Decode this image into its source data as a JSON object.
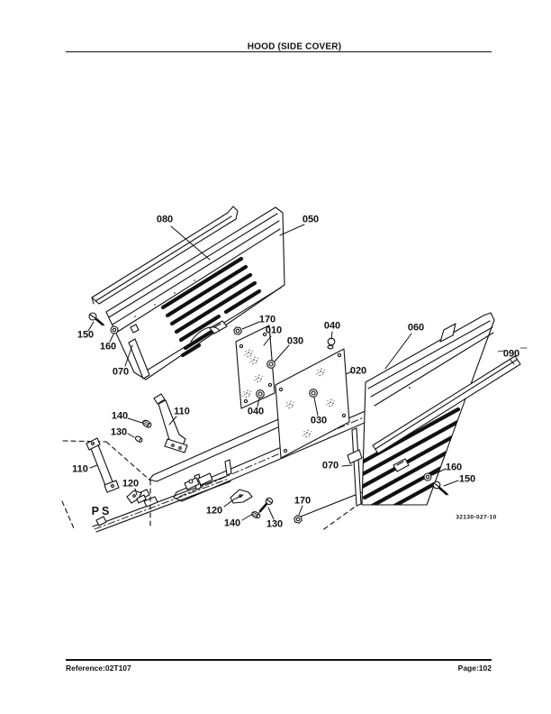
{
  "header": {
    "title": "HOOD (SIDE COVER)"
  },
  "footer": {
    "reference": "Reference:02T107",
    "page": "Page:102"
  },
  "diagram": {
    "figure_code": "32130-027-10",
    "region_label": "PS",
    "callouts": [
      {
        "id": "080",
        "label": "080"
      },
      {
        "id": "050",
        "label": "050"
      },
      {
        "id": "150-left",
        "label": "150"
      },
      {
        "id": "160-left",
        "label": "160"
      },
      {
        "id": "070-left",
        "label": "070"
      },
      {
        "id": "170-upper",
        "label": "170"
      },
      {
        "id": "010",
        "label": "010"
      },
      {
        "id": "030-upper",
        "label": "030"
      },
      {
        "id": "040-upper",
        "label": "040"
      },
      {
        "id": "020",
        "label": "020"
      },
      {
        "id": "040-lower",
        "label": "040"
      },
      {
        "id": "030-lower",
        "label": "030"
      },
      {
        "id": "060",
        "label": "060"
      },
      {
        "id": "090",
        "label": "090"
      },
      {
        "id": "140-left",
        "label": "140"
      },
      {
        "id": "130-left",
        "label": "130"
      },
      {
        "id": "110-upper",
        "label": "110"
      },
      {
        "id": "110-ps",
        "label": "110"
      },
      {
        "id": "120-ps",
        "label": "120"
      },
      {
        "id": "070-right",
        "label": "070"
      },
      {
        "id": "160-right",
        "label": "160"
      },
      {
        "id": "150-right",
        "label": "150"
      },
      {
        "id": "120-bottom",
        "label": "120"
      },
      {
        "id": "140-bottom",
        "label": "140"
      },
      {
        "id": "130-bottom",
        "label": "130"
      },
      {
        "id": "170-bottom",
        "label": "170"
      }
    ]
  },
  "colors": {
    "ink": "#111111",
    "paper": "#ffffff"
  }
}
